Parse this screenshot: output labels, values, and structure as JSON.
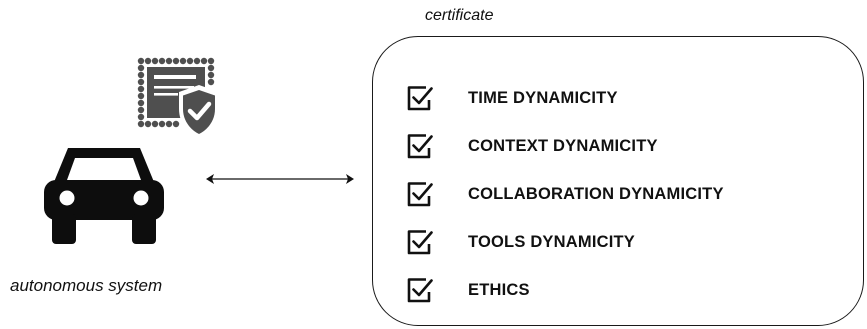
{
  "certificate": {
    "label": "certificate",
    "items": [
      {
        "label": "TIME DYNAMICITY",
        "icon": "checkbox-checked-icon"
      },
      {
        "label": "CONTEXT DYNAMICITY",
        "icon": "checkbox-checked-icon"
      },
      {
        "label": "COLLABORATION DYNAMICITY",
        "icon": "checkbox-checked-icon"
      },
      {
        "label": "TOOLS DYNAMICITY",
        "icon": "checkbox-checked-icon"
      },
      {
        "label": "ETHICS",
        "icon": "checkbox-checked-icon"
      }
    ]
  },
  "system": {
    "label": "autonomous system",
    "icon": "car-icon"
  },
  "certificate_icon": "certificate-shield-icon",
  "connector": "bidirectional-arrow",
  "colors": {
    "ink": "#111111",
    "icon_gray": "#4f4f4f"
  }
}
